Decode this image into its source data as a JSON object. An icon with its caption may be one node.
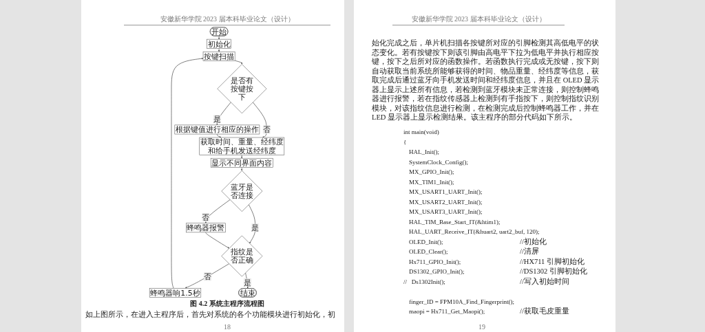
{
  "diagram": {
    "caption": "图 4.2 系统主程序流程图",
    "nodes": [
      {
        "text": [
          "开始"
        ]
      },
      {
        "text": [
          "初始化"
        ]
      },
      {
        "text": [
          "按键扫描"
        ]
      },
      {
        "text": [
          "是否有按键按下"
        ]
      },
      {
        "text": [
          "根据键值进行相应的操作"
        ]
      },
      {
        "text": [
          "获取时间、重量、经纬度和给手机发送经纬度"
        ]
      },
      {
        "text": [
          "显示不同界面内容"
        ]
      },
      {
        "text": [
          "蓝牙是否连接"
        ]
      },
      {
        "text": [
          "蜂鸣器报警"
        ]
      },
      {
        "text": [
          "指纹是否正确"
        ]
      },
      {
        "text": [
          "蜂鸣器响1.5秒"
        ]
      },
      {
        "text": [
          "结束"
        ]
      }
    ],
    "edges": [
      {
        "from": 0,
        "to": 1,
        "arrow": "to"
      },
      {
        "from": 1,
        "to": 2,
        "arrow": "to"
      },
      {
        "from": 2,
        "to": 3,
        "arrow": "to"
      },
      {
        "from": 3,
        "to": 4,
        "arrow": "to",
        "label": "是"
      },
      {
        "from": 3,
        "to": 5,
        "arrow": "to",
        "label": "否"
      },
      {
        "from": 4,
        "to": 5,
        "arrow": "to"
      },
      {
        "from": 5,
        "to": 6,
        "arrow": "to"
      },
      {
        "from": 6,
        "to": 7,
        "arrow": "to"
      },
      {
        "from": 7,
        "to": 8,
        "arrow": "to",
        "label": "否"
      },
      {
        "from": 7,
        "to": 9,
        "arrow": "to",
        "label": "是"
      },
      {
        "from": 8,
        "to": 9,
        "arrow": "to"
      },
      {
        "from": 9,
        "to": 10,
        "arrow": "to",
        "label": "否"
      },
      {
        "from": 9,
        "to": 11,
        "arrow": "to",
        "label": "是"
      },
      {
        "from": 10,
        "to": 2,
        "arrow": "to"
      }
    ],
    "labels": [
      "安徽新华学院 2023 届本科毕业论文（设计）",
      "如上图所示，在进入主程序后，首先对系统的各个功能模块进行初始化，初",
      "18",
      "安徽新华学院 2023 届本科毕业论文（设计）",
      "始化完成之后，单片机扫描各按键所对应的引脚检测其高低电平的状态变化。若有按键按下则该引脚由高电平下拉为低电平并执行相应按键，按下之后所对应的函数操作。若函数执行完成或无按键，按下则自动获取当前系统所能够获得的时间、物品重量、经纬度等信息，获取完成后通过蓝牙向手机发送时间和经纬度信息，并且在 OLED 显示器上显示上述所有信息，若检测到蓝牙模块未正常连接，则控制蜂鸣器进行报警，若在指纹传感器上检测到有手指按下，则控制指纹识别模块，对该指纹信息进行检测，在检测完成后控制蜂鸣器工作，并在 LED 显示器上显示检测结果。该主程序的部分代码如下所示。",
      "int main(void)",
      "{",
      "HAL_Init();",
      "SystemClock_Config();",
      "MX_GPIO_Init();",
      "MX_TIM1_Init();",
      "MX_USART1_UART_Init();",
      "MX_USART2_UART_Init();",
      "MX_USART3_UART_Init();",
      "HAL_TIM_Base_Start_IT(&htim1);",
      "HAL_UART_Receive_IT(&huart2, uart2_buf, 120);",
      "OLED_Init();",
      "//初始化",
      "OLED_Clear();",
      "//清屏",
      "Hx711_GPIO_Init();",
      "//HX711 引脚初始化",
      "DS1302_GPIO_Init();",
      "//DS1302 引脚初始化",
      "//   Ds1302Init();",
      "//写入初始时间",
      "finger_ID = FPM10A_Find_Fingerprint();",
      "maopi = Hx711_Get_Maopi();",
      "//获取毛皮重量",
      "19"
    ]
  }
}
